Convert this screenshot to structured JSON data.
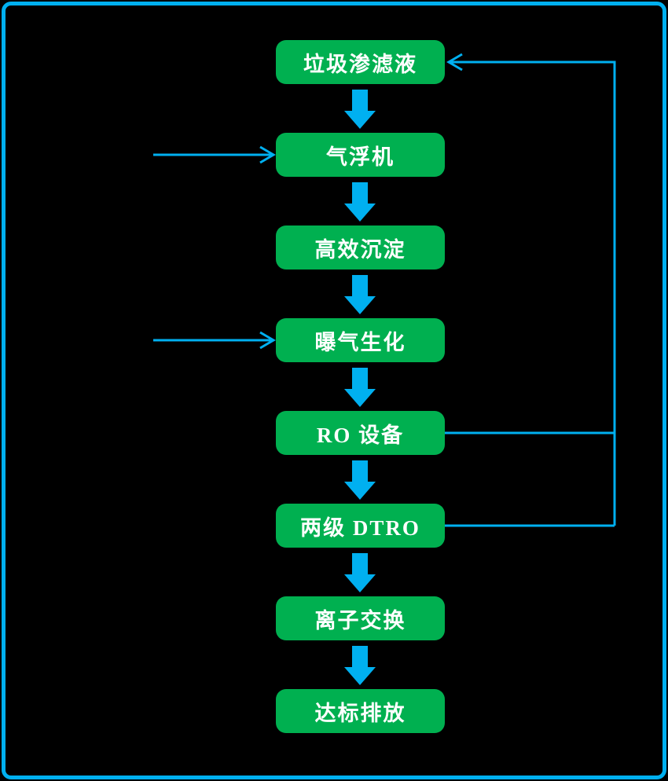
{
  "diagram": {
    "type": "flowchart",
    "background_color": "#000000",
    "frame_border_color": "#00B0F0",
    "node_fill_color": "#00B050",
    "node_text_color": "#FFFFFF",
    "connector_color": "#00B0F0",
    "nodes": [
      {
        "label": "垃圾渗滤液"
      },
      {
        "label": "气浮机"
      },
      {
        "label": "高效沉淀"
      },
      {
        "label": "曝气生化"
      },
      {
        "label": "RO 设备"
      },
      {
        "label": "两级 DTRO"
      },
      {
        "label": "离子交换"
      },
      {
        "label": "达标排放"
      }
    ],
    "edges": [
      {
        "from": "垃圾渗滤液",
        "to": "气浮机",
        "style": "block-arrow-down"
      },
      {
        "from": "气浮机",
        "to": "高效沉淀",
        "style": "block-arrow-down"
      },
      {
        "from": "高效沉淀",
        "to": "曝气生化",
        "style": "block-arrow-down"
      },
      {
        "from": "曝气生化",
        "to": "RO 设备",
        "style": "block-arrow-down"
      },
      {
        "from": "RO 设备",
        "to": "两级 DTRO",
        "style": "block-arrow-down"
      },
      {
        "from": "两级 DTRO",
        "to": "离子交换",
        "style": "block-arrow-down"
      },
      {
        "from": "离子交换",
        "to": "达标排放",
        "style": "block-arrow-down"
      }
    ],
    "feedback_edges": [
      {
        "from": "RO 设备",
        "to": "垃圾渗滤液",
        "style": "thin-line-right-up-left"
      },
      {
        "from": "两级 DTRO",
        "to": "垃圾渗滤液",
        "style": "thin-line-right-up-left"
      }
    ],
    "inlet_arrows": [
      {
        "into": "气浮机",
        "direction": "from-left"
      },
      {
        "into": "曝气生化",
        "direction": "from-left"
      }
    ]
  }
}
